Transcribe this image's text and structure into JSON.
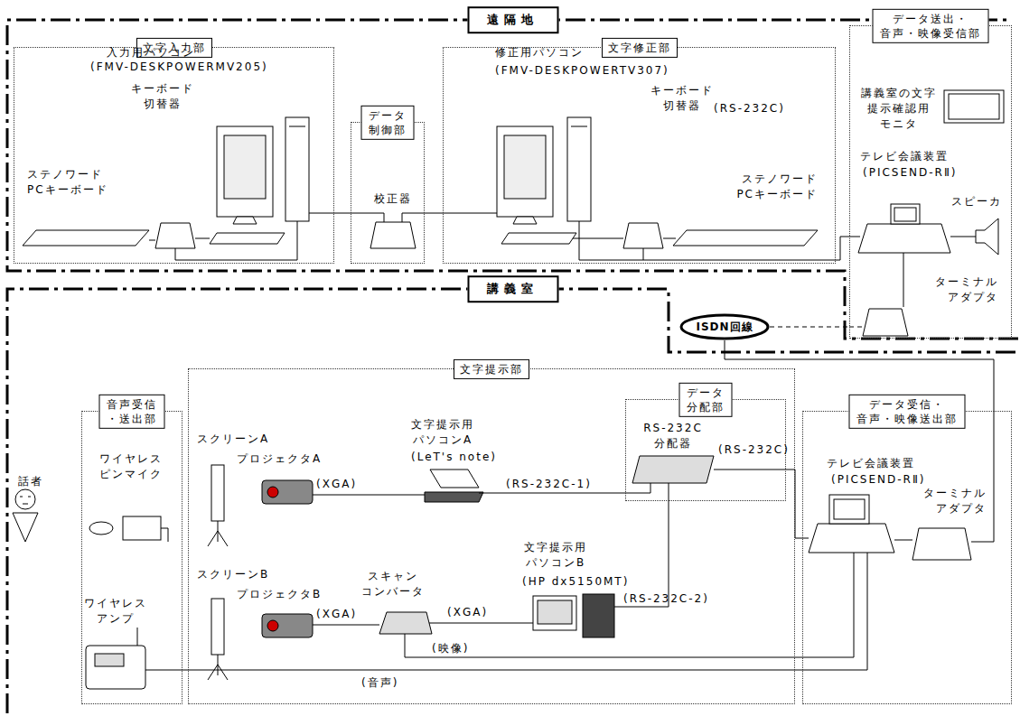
{
  "diagram": {
    "nodes": [
      {
        "text": [
          "遠隔地"
        ]
      },
      {
        "text": [
          "文字入力部"
        ],
        "in": 0
      },
      {
        "text": [
          "データ 制御部"
        ],
        "in": 0
      },
      {
        "text": [
          "文字修正部"
        ],
        "in": 0
      },
      {
        "text": [
          "データ送出・ 音声・映像受信部"
        ],
        "in": 0
      },
      {
        "text": [
          "講義室"
        ]
      },
      {
        "text": [
          "音声受信 ・送出部"
        ],
        "in": 5
      },
      {
        "text": [
          "文字提示部"
        ],
        "in": 5
      },
      {
        "text": [
          "データ 分配部"
        ],
        "in": 5
      },
      {
        "text": [
          "データ受信・ 音声・映像送出部"
        ],
        "in": 5
      },
      {
        "text": [
          "ISDN回線"
        ]
      }
    ],
    "edges": [
      {
        "from": 10,
        "to": 4,
        "arrow": "none"
      },
      {
        "from": 10,
        "to": 9,
        "arrow": "none"
      }
    ],
    "labels": [
      "入力用パソコン",
      "(FMV-DESKPOWERMV205)",
      "キーボード 切替器",
      "ステノワード PCキーボード",
      "校正器",
      "修正用パソコン",
      "(FMV-DESKPOWERTV307)",
      "キーボード 切替器",
      "(RS-232C)",
      "ステノワード PCキーボード",
      "講義室の文字 提示確認用 モニタ",
      "テレビ会議装置",
      "(PICSEND-RⅡ)",
      "スピーカ",
      "ターミナル アダプタ",
      "話者",
      "ワイヤレス ピンマイク",
      "ワイヤレス アンプ",
      "スクリーンA",
      "プロジェクタA",
      "(XGA)",
      "文字提示用 パソコンA",
      "(LeT's note)",
      "(RS-232C-1)",
      "RS-232C 分配器",
      "(RS-232C)",
      "テレビ会議装置",
      "(PICSEND-RⅡ)",
      "ターミナル アダプタ",
      "スクリーンB",
      "プロジェクタB",
      "(XGA)",
      "スキャン コンバータ",
      "(XGA)",
      "文字提示用 パソコンB",
      "(HP dx5150MT)",
      "(RS-232C-2)",
      "(映像)",
      "(音声)"
    ]
  }
}
